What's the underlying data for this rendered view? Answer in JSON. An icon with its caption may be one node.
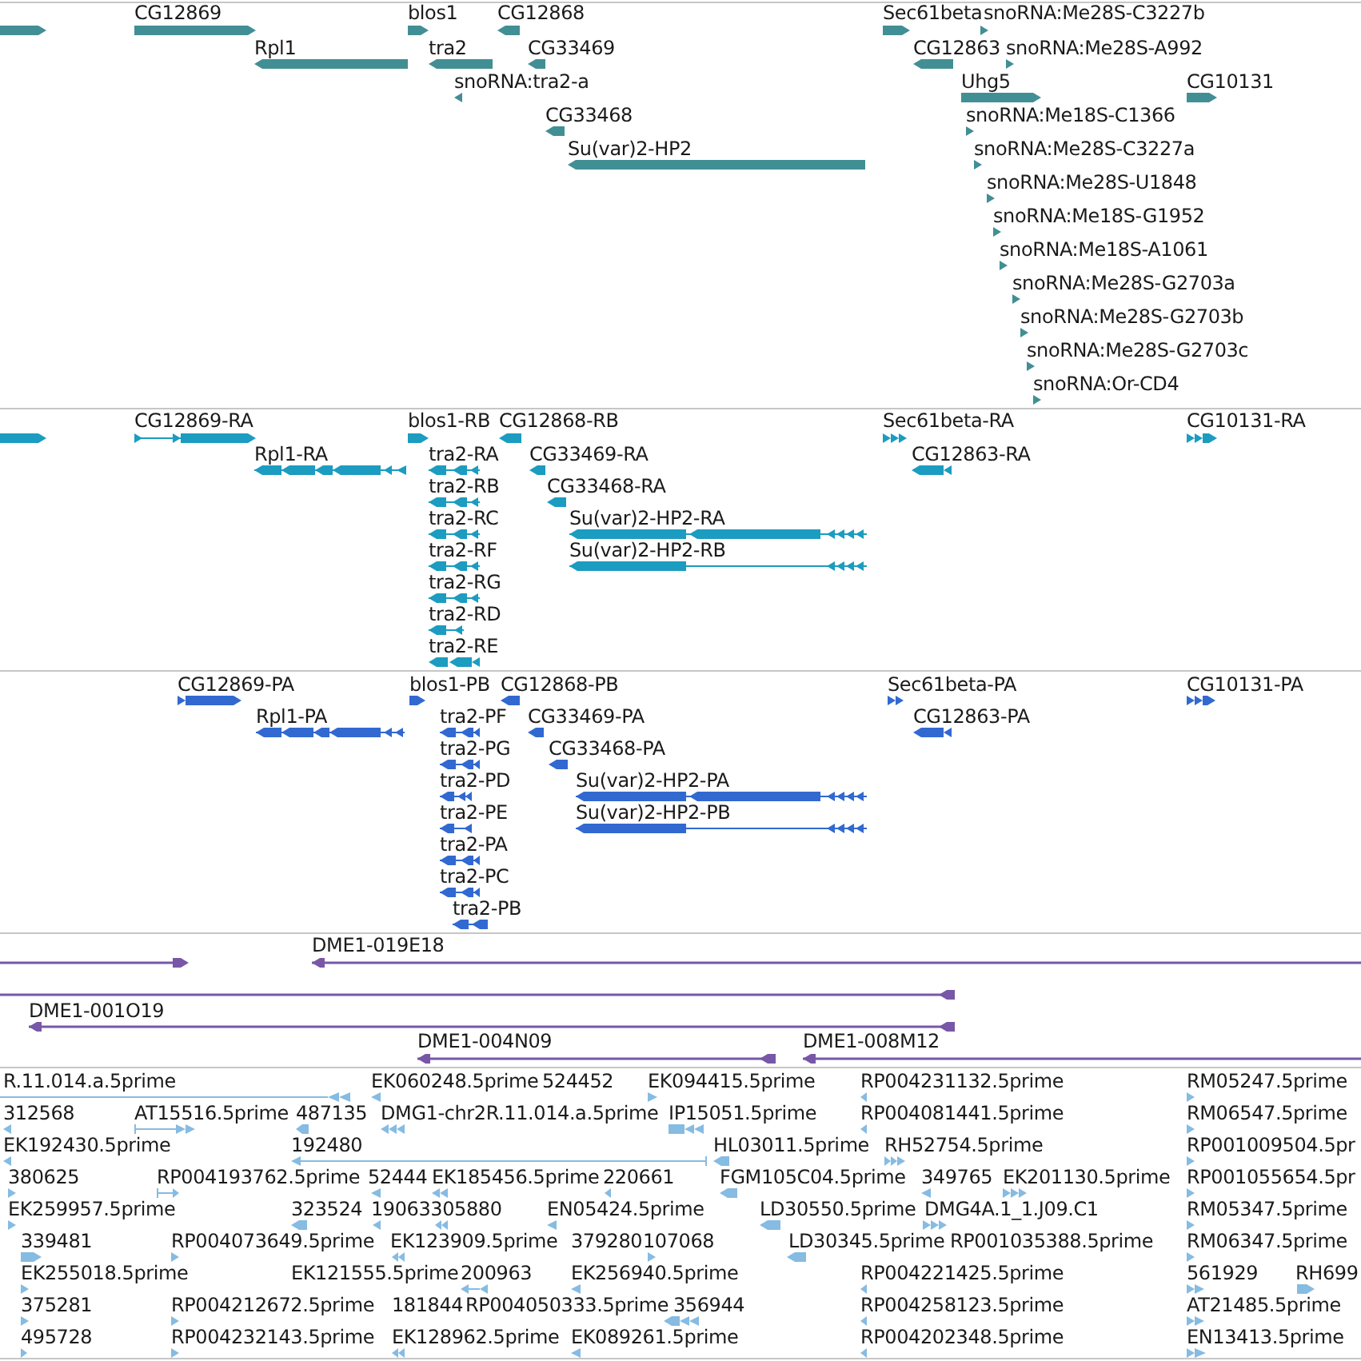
{
  "diagram": {
    "labels": [
      "CG12869",
      "blos1",
      "CG12868",
      "Sec61beta",
      "snoRNA:Me28S-C3227b",
      "Rpl1",
      "tra2",
      "CG33469",
      "CG12863",
      "snoRNA:Me28S-A992",
      "snoRNA:tra2-a",
      "Uhg5",
      "CG10131",
      "CG33468",
      "snoRNA:Me18S-C1366",
      "Su(var)2-HP2",
      "snoRNA:Me28S-C3227a",
      "snoRNA:Me28S-U1848",
      "snoRNA:Me18S-G1952",
      "snoRNA:Me18S-A1061",
      "snoRNA:Me28S-G2703a",
      "snoRNA:Me28S-G2703b",
      "snoRNA:Me28S-G2703c",
      "snoRNA:Or-CD4",
      "CG12869-RA",
      "blos1-RB",
      "CG12868-RB",
      "Sec61beta-RA",
      "CG10131-RA",
      "Rpl1-RA",
      "tra2-RA",
      "CG33469-RA",
      "CG12863-RA",
      "tra2-RB",
      "CG33468-RA",
      "tra2-RC",
      "Su(var)2-HP2-RA",
      "tra2-RF",
      "Su(var)2-HP2-RB",
      "tra2-RG",
      "tra2-RD",
      "tra2-RE",
      "CG12869-PA",
      "blos1-PB",
      "CG12868-PB",
      "Sec61beta-PA",
      "CG10131-PA",
      "Rpl1-PA",
      "tra2-PF",
      "CG33469-PA",
      "CG12863-PA",
      "tra2-PG",
      "CG33468-PA",
      "tra2-PD",
      "Su(var)2-HP2-PA",
      "tra2-PE",
      "Su(var)2-HP2-PB",
      "tra2-PA",
      "tra2-PC",
      "tra2-PB",
      "DME1-019E18",
      "DME1-001O19",
      "DME1-004N09",
      "DME1-008M12",
      "R.11.014.a.5prime",
      "EK060248.5prime",
      "524452",
      "EK094415.5prime",
      "RP004231132.5prime",
      "RM05247.5prime",
      "312568",
      "AT15516.5prime",
      "487135",
      "DMG1-chr2R.11.014.a.5prime",
      "IP15051.5prime",
      "RP004081441.5prime",
      "RM06547.5prime",
      "EK192430.5prime",
      "192480",
      "HL03011.5prime",
      "RH52754.5prime",
      "RP001009504.5pr",
      "380625",
      "RP004193762.5prime",
      "52444",
      "EK185456.5prime",
      "220661",
      "FGM105C04.5prime",
      "349765",
      "EK201130.5prime",
      "RP001055654.5pr",
      "EK259957.5prime",
      "323524",
      "19063305880",
      "EN05424.5prime",
      "LD30550.5prime",
      "DMG4A.1_1.J09.C1",
      "RM05347.5prime",
      "339481",
      "RP004073649.5prime",
      "EK123909.5prime",
      "379280",
      "107068",
      "LD30345.5prime",
      "RP001035388.5prime",
      "RM06347.5prime",
      "EK255018.5prime",
      "EK121555.5prime",
      "200963",
      "EK256940.5prime",
      "RP004221425.5prime",
      "561929",
      "RH699",
      "375281",
      "RP004212672.5prime",
      "181844",
      "RP004050333.5prime",
      "356944",
      "RP004258123.5prime",
      "AT21485.5prime",
      "495728",
      "RP004232143.5prime",
      "EK128962.5prime",
      "EK089261.5prime",
      "RP004202348.5prime",
      "EN13413.5prime"
    ]
  }
}
